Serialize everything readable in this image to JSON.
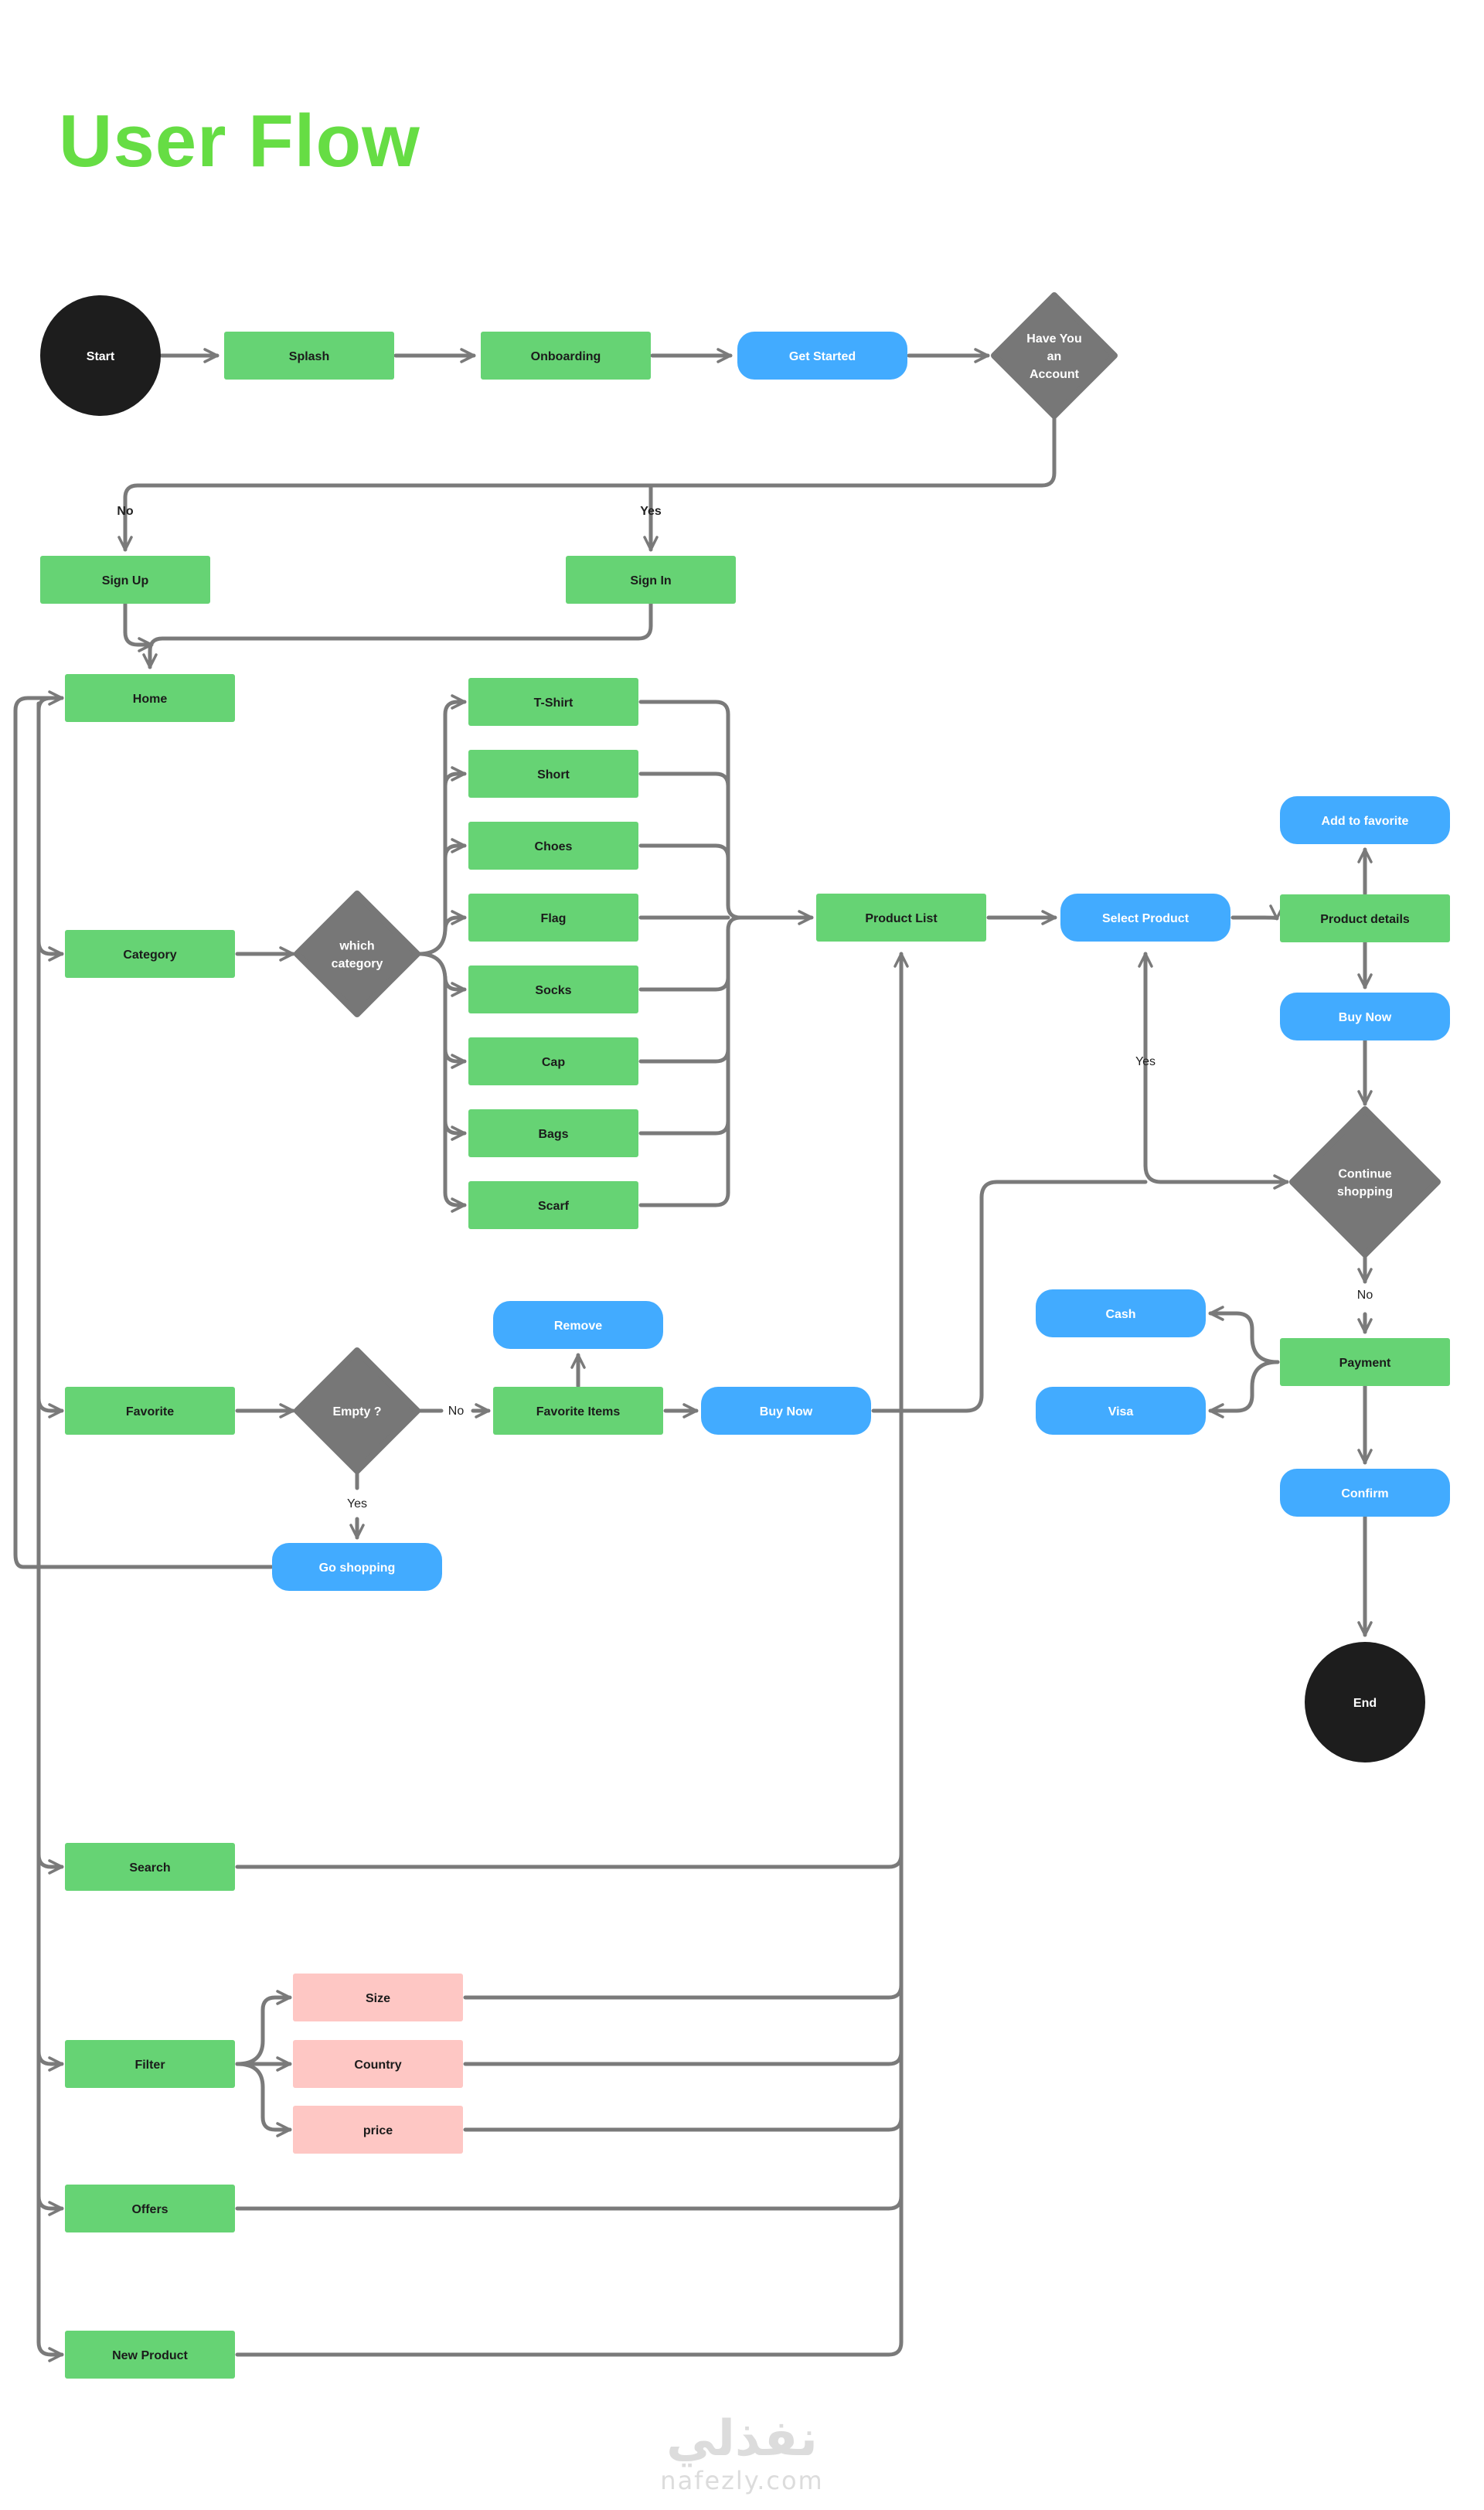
{
  "title": "User Flow",
  "colors": {
    "green": "#66d374",
    "blue": "#42abff",
    "pink": "#fec7c4",
    "gray": "#777777",
    "black": "#1d1d1d",
    "line": "#7a7a7a",
    "title": "#66dd44"
  },
  "nodes": {
    "start": "Start",
    "splash": "Splash",
    "onboarding": "Onboarding",
    "get_started": "Get Started",
    "have_account": [
      "Have You",
      "an",
      "Account"
    ],
    "sign_up": "Sign Up",
    "sign_in": "Sign In",
    "home": "Home",
    "category": "Category",
    "which_category": [
      "which",
      "category"
    ],
    "tshirt": "T-Shirt",
    "short": "Short",
    "choes": "Choes",
    "flag": "Flag",
    "socks": "Socks",
    "cap": "Cap",
    "bags": "Bags",
    "scarf": "Scarf",
    "product_list": "Product List",
    "select_product": "Select Product",
    "add_to_favorite": "Add to favorite",
    "product_details": "Product details",
    "buy_now_top": "Buy Now",
    "continue_shopping": [
      "Continue",
      "shopping"
    ],
    "favorite": "Favorite",
    "empty": [
      "Empty ?"
    ],
    "remove": "Remove",
    "favorite_items": "Favorite Items",
    "buy_now_mid": "Buy Now",
    "go_shopping": "Go shopping",
    "cash": "Cash",
    "visa": "Visa",
    "payment": "Payment",
    "confirm": "Confirm",
    "end": "End",
    "search": "Search",
    "filter": "Filter",
    "size": "Size",
    "country": "Country",
    "price": "price",
    "offers": "Offers",
    "new_product": "New Product"
  },
  "labels": {
    "no1": "No",
    "yes1": "Yes",
    "no2": "No",
    "yes2": "Yes",
    "yes3": "Yes",
    "no3": "No"
  },
  "watermark": {
    "arabic": "نفذلي",
    "latin": "nafezly.com"
  }
}
